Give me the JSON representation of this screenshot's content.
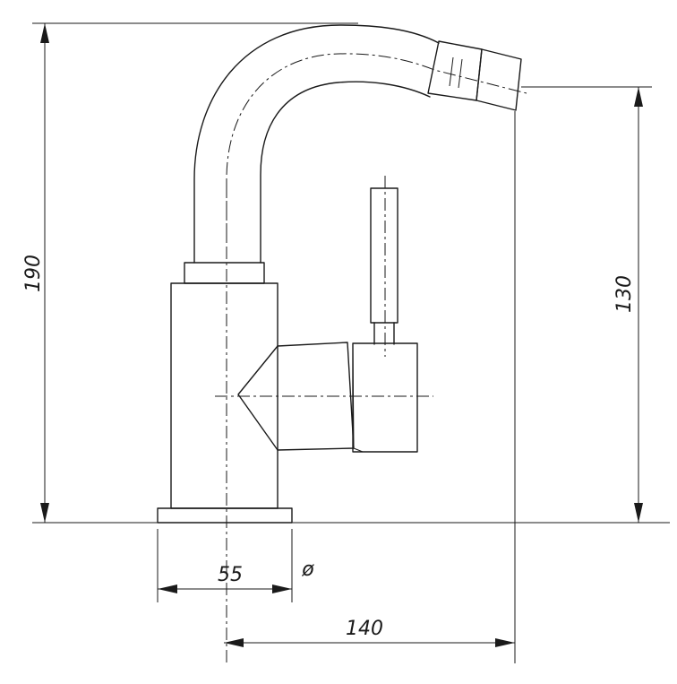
{
  "dimensions": {
    "total_height": "190",
    "spout_height": "130",
    "base_diameter": "55",
    "base_diameter_symbol": "ø",
    "reach": "140"
  }
}
